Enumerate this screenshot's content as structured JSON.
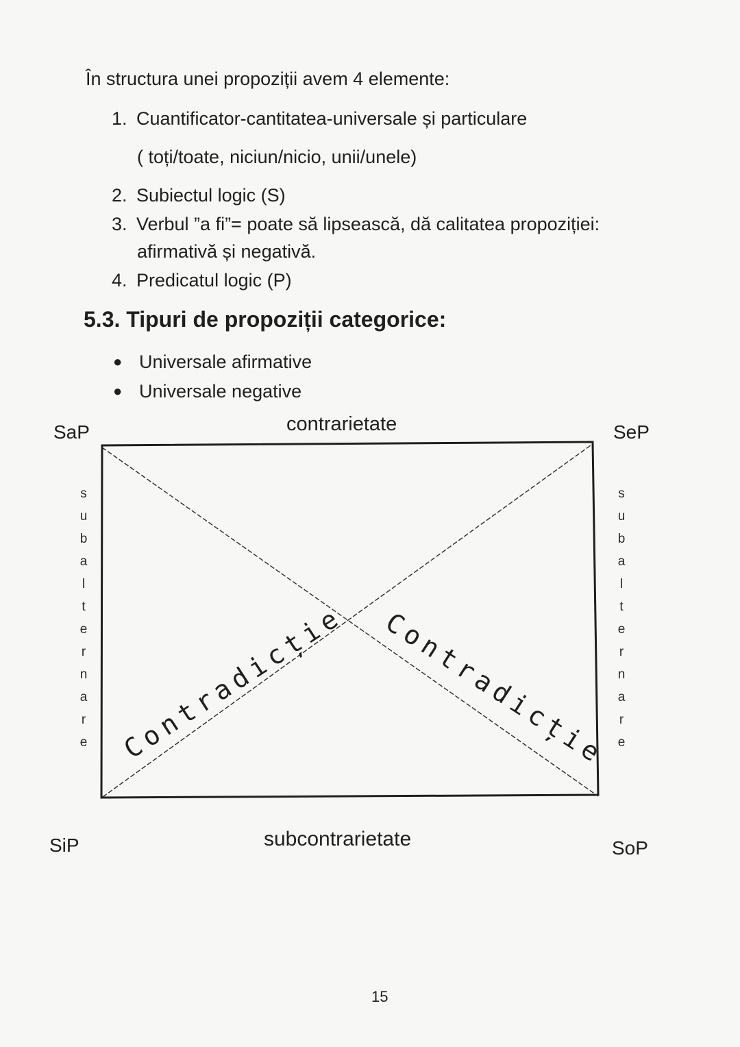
{
  "intro": "În structura unei propoziții avem 4 elemente:",
  "elements": [
    {
      "num": "1.",
      "line1": "Cuantificator-cantitatea-universale și particulare",
      "line2": "( toți/toate, niciun/nicio, unii/unele)"
    },
    {
      "num": "2.",
      "line1": "Subiectul logic (S)"
    },
    {
      "num": "3.",
      "line1": "Verbul ”a fi”= poate să lipsească, dă calitatea propoziției:",
      "line2": "afirmativă și negativă."
    },
    {
      "num": "4.",
      "line1": "Predicatul logic (P)"
    }
  ],
  "section_heading": "5.3. Tipuri de propoziții categorice:",
  "types": [
    "Universale afirmative",
    "Universale negative"
  ],
  "square": {
    "corners": {
      "top_left": "SaP",
      "top_right": "SeP",
      "bottom_left": "SiP",
      "bottom_right": "SoP"
    },
    "top_relation": "contrarietate",
    "bottom_relation": "subcontrarietate",
    "side_relation": "subalternare",
    "diagonal_label": "Contradicție"
  },
  "page_number": "15"
}
